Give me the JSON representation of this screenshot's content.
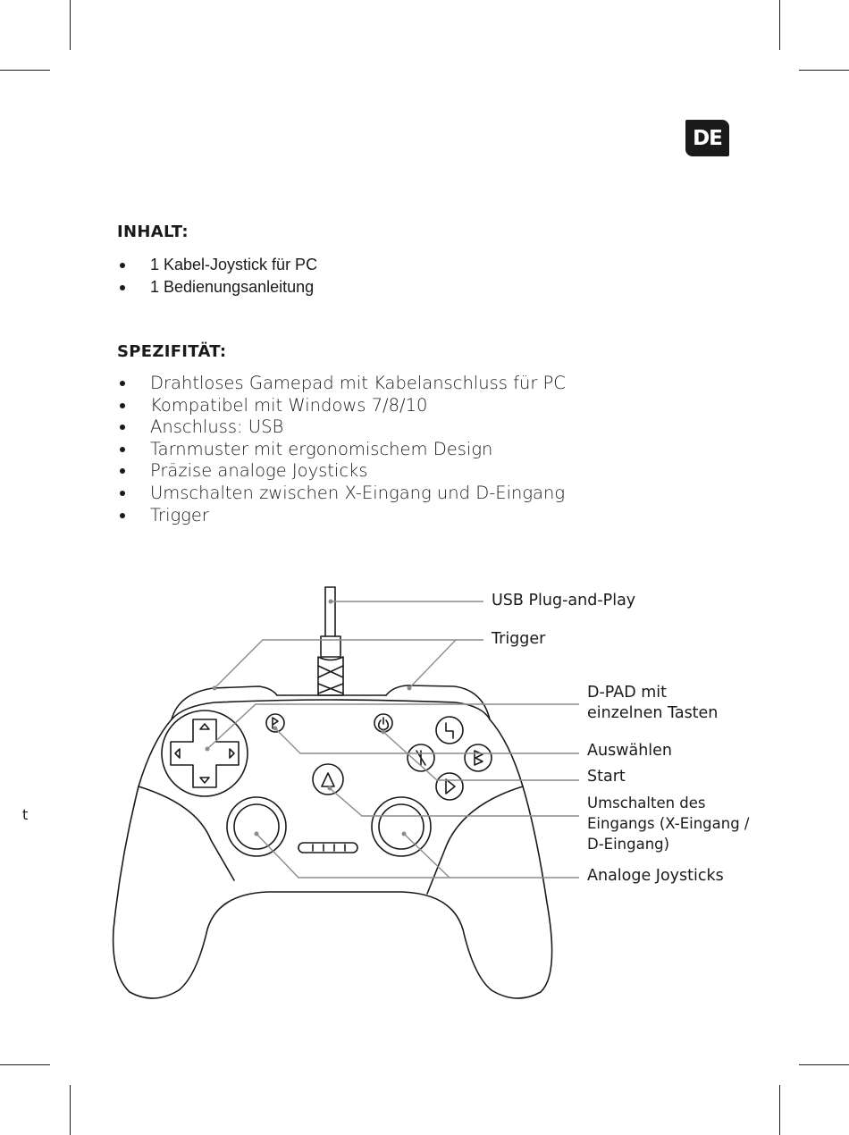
{
  "badge": "DE",
  "stray_char": "t",
  "contents": {
    "heading": "INHALT:",
    "items": [
      "1 Kabel-Joystick für PC",
      "1 Bedienungsanleitung"
    ]
  },
  "specs": {
    "heading": "SPEZIFITÄT:",
    "items": [
      "Drahtloses Gamepad mit Kabelanschluss für PC",
      "Kompatibel mit Windows 7/8/10",
      "Anschluss: USB",
      "Tarnmuster mit ergonomischem Design",
      "Präzise analoge Joysticks",
      "Umschalten zwischen X-Eingang und D-Eingang",
      "Trigger"
    ]
  },
  "diagram": {
    "usb": "USB Plug-and-Play",
    "trigger": "Trigger",
    "dpad_line1": "D-PAD mit",
    "dpad_line2": "einzelnen Tasten",
    "select": "Auswählen",
    "start": "Start",
    "mode_line1": "Umschalten des",
    "mode_line2": "Eingangs (X-Eingang /",
    "mode_line3": "D-Eingang)",
    "joysticks": "Analoge Joysticks"
  }
}
